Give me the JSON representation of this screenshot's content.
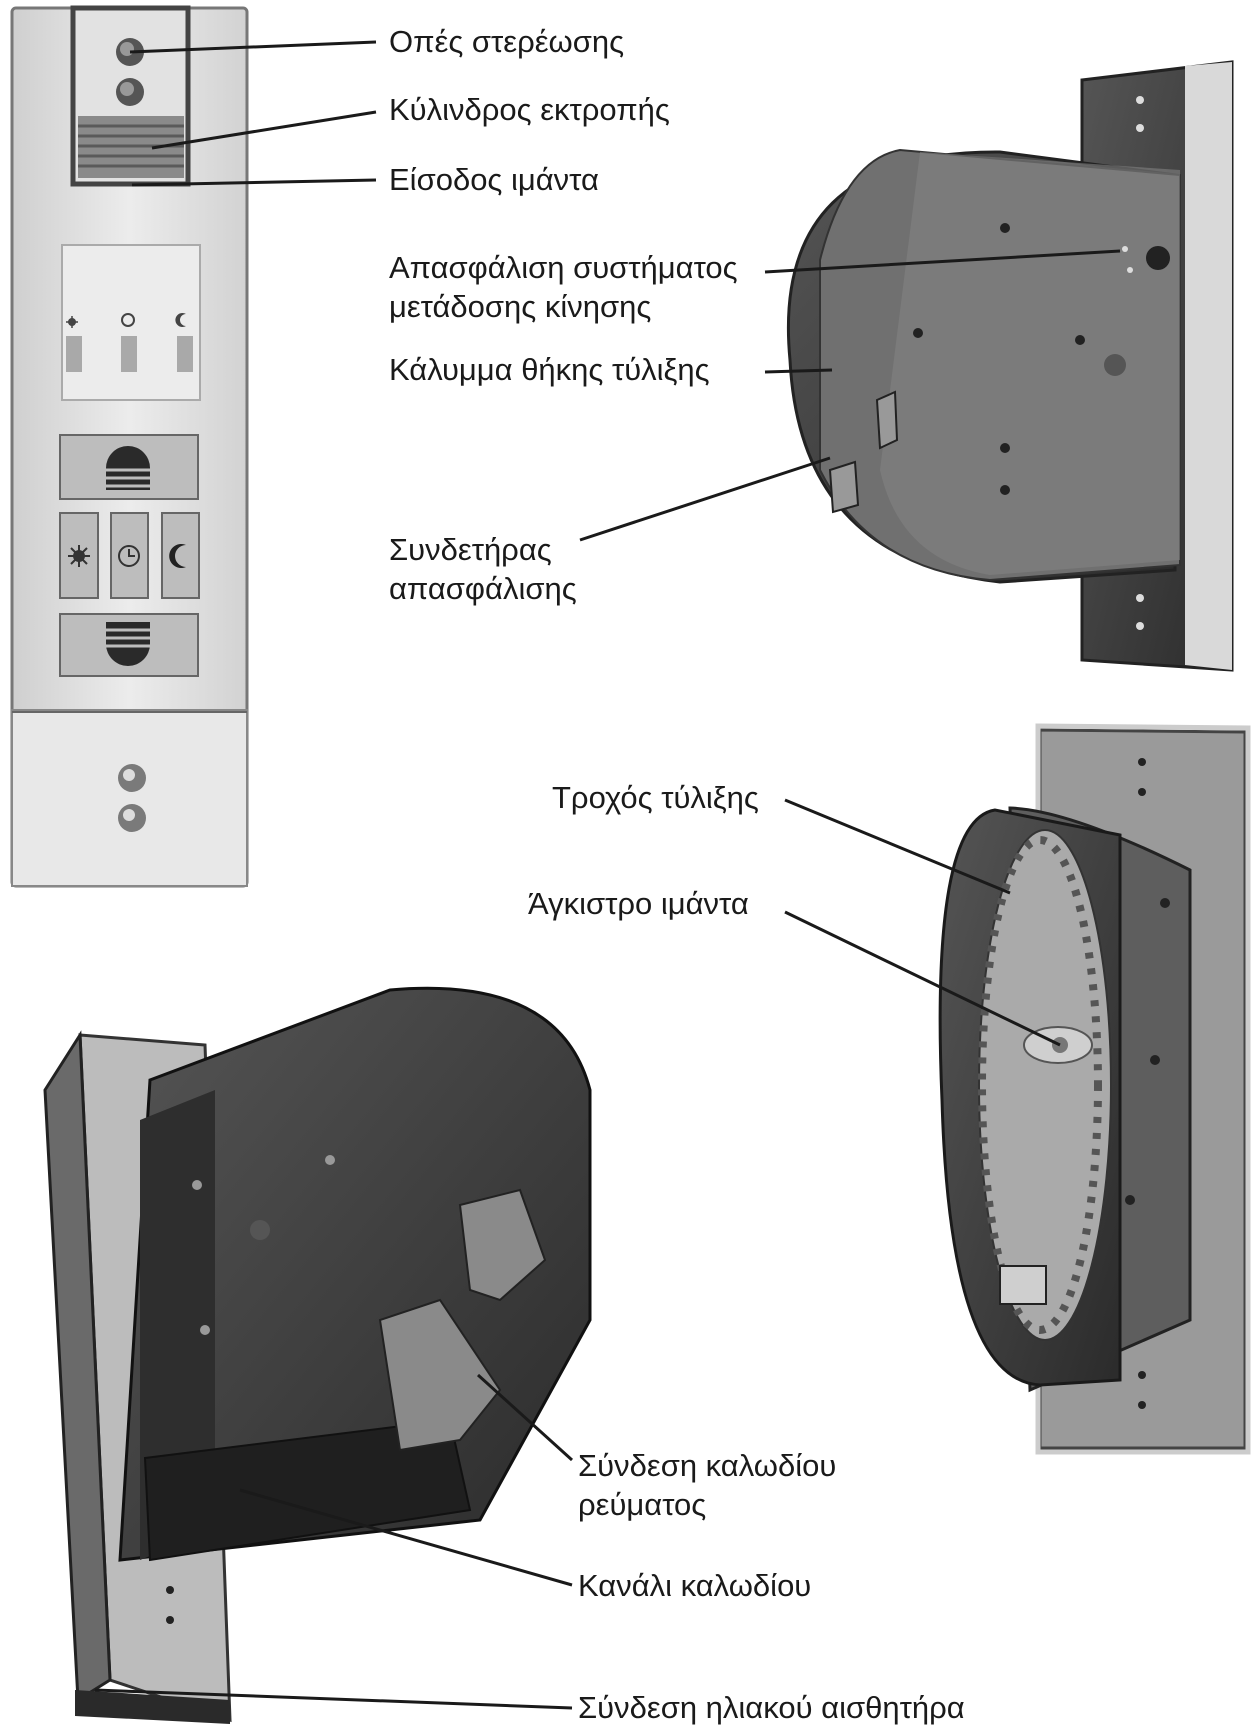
{
  "labels": {
    "mounting_holes": "Οπές στερέωσης",
    "deflection_roller": "Κύλινδρος εκτροπής",
    "belt_entry": "Είσοδος ιμάντα",
    "drive_release": "Απασφάλιση συστήματος\nμετάδοσης κίνησης",
    "winding_cover": "Κάλυμμα θήκης τύλιξης",
    "release_clip": "Συνδετήρας\nαπασφάλισης",
    "winding_wheel": "Τροχός τύλιξης",
    "belt_hook": "Άγκιστρο ιμάντα",
    "power_cable": "Σύνδεση καλωδίου\nρεύματος",
    "cable_channel": "Κανάλι καλωδίου",
    "solar_sensor": "Σύνδεση ηλιακού αισθητήρα"
  },
  "icons": [
    "sun-icon",
    "clock-icon",
    "moon-icon",
    "up-arrow-button",
    "down-arrow-button"
  ],
  "colors": {
    "line": "#1a1a1a",
    "panel_light": "#e6e6e6",
    "housing_dark": "#3a3a3a"
  }
}
